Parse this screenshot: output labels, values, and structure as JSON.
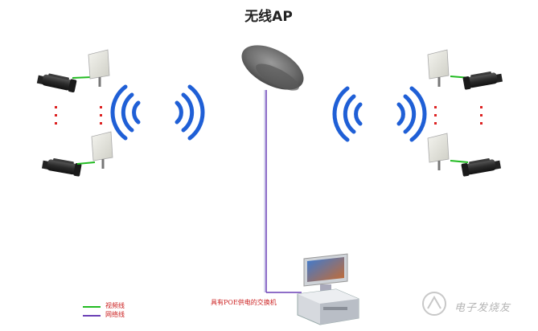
{
  "title": "无线AP",
  "legend": {
    "items": [
      {
        "label": "视频线",
        "color": "#22bb22"
      },
      {
        "label": "网络线",
        "color": "#6a3fb5"
      }
    ]
  },
  "switch_label": "具有POE供电的交换机",
  "watermark": "电子发烧友",
  "colors": {
    "wifi_waves": "#1f5fd6",
    "video_line": "#22bb22",
    "network_line": "#6a3fb5",
    "dots": "#dd2222",
    "watermark": "#b5b5b5"
  },
  "icons": [
    "wireless-ap-icon",
    "ip-camera-icon",
    "panel-antenna-icon",
    "wifi-waves-icon",
    "poe-switch-pc-icon"
  ]
}
